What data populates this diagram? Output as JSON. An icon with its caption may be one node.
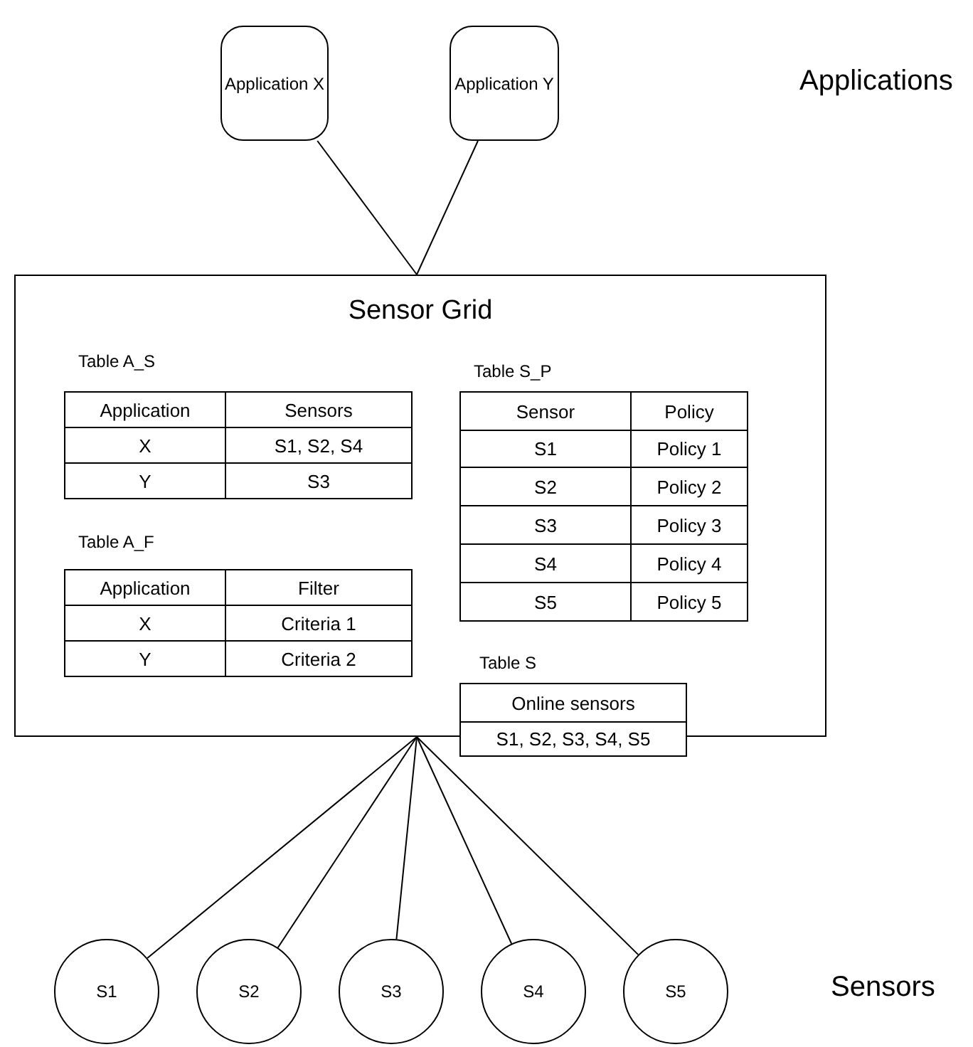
{
  "diagram": {
    "nodes": [
      {
        "text": [
          "Application X"
        ]
      },
      {
        "text": [
          "Application Y"
        ]
      },
      {
        "text": [
          "Sensor Grid"
        ]
      },
      {
        "text": [
          "S1"
        ]
      },
      {
        "text": [
          "S2"
        ]
      },
      {
        "text": [
          "S3"
        ]
      },
      {
        "text": [
          "S4"
        ]
      },
      {
        "text": [
          "S5"
        ]
      }
    ],
    "edges": [
      {
        "from": 0,
        "to": 2,
        "arrow": "none"
      },
      {
        "from": 1,
        "to": 2,
        "arrow": "none"
      },
      {
        "from": 2,
        "to": 3,
        "arrow": "none"
      },
      {
        "from": 2,
        "to": 4,
        "arrow": "none"
      },
      {
        "from": 2,
        "to": 5,
        "arrow": "none"
      },
      {
        "from": 2,
        "to": 6,
        "arrow": "none"
      },
      {
        "from": 2,
        "to": 7,
        "arrow": "none"
      }
    ],
    "labels": [
      "Applications",
      "Table A_S",
      "Application",
      "Sensors",
      "X",
      "S1, S2, S4",
      "Y",
      "S3",
      "Table S_P",
      "Sensor",
      "Policy",
      "S1",
      "Policy 1",
      "S2",
      "Policy 2",
      "S3",
      "Policy 3",
      "S4",
      "Policy 4",
      "S5",
      "Policy 5",
      "Table A_F",
      "Application",
      "Filter",
      "X",
      "Criteria 1",
      "Y",
      "Criteria 2",
      "Table S",
      "Online sensors",
      "S1, S2, S3, S4, S5",
      "Sensors"
    ]
  }
}
